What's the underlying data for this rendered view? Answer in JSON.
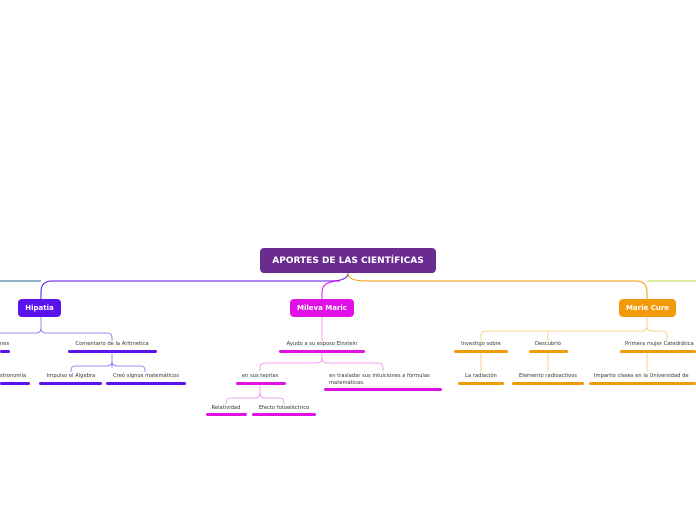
{
  "colors": {
    "root": "#6a2c91",
    "hipatia": "#5a12ee",
    "mileva": "#e010e6",
    "marie": "#f39a0a",
    "green": "#b5d93c",
    "teal": "#1a6e8e"
  },
  "root": {
    "label": "APORTES DE LAS CIENTÍFICAS"
  },
  "hipatia": {
    "label": "Hipatia",
    "topics": {
      "partial": "nes",
      "comentario": "Comentario de la Aritmetica"
    },
    "subtopics": {
      "astronomia": "stronomía",
      "algebra": "Impulso el Algebra",
      "signos": "Creó signos matemáticos"
    }
  },
  "mileva": {
    "label": "Mileva Maric",
    "topics": {
      "ayudo": "Ayudo a su esposo Einstein"
    },
    "subtopics": {
      "teorias": "en sus teorías",
      "trasladar": "en trasladar sus intuiciones a fórmulas matemáticas."
    },
    "leaves": {
      "relatividad": "Relatividad",
      "efecto": "Efecto fotoeléctrico"
    }
  },
  "marie": {
    "label": "Marie Cure",
    "topics": {
      "investigo": "Investigo sobre",
      "descubrio": "Descubrió",
      "primera": "Primera mujer Catedrática"
    },
    "subtopics": {
      "radiacion": "La radiación",
      "elemento": "Elemento radioactivos",
      "impartio": "Impartio clases en la Universidad de"
    }
  }
}
